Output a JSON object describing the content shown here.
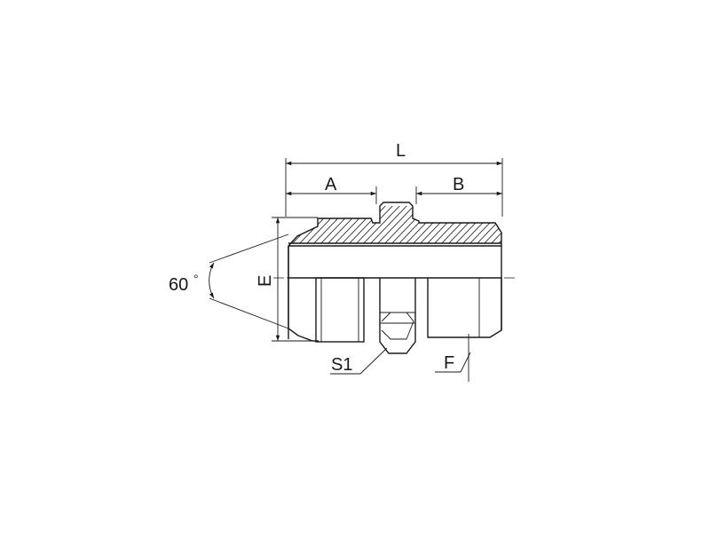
{
  "labels": {
    "L": "L",
    "A": "A",
    "B": "B",
    "E": "E",
    "angle": "60",
    "degree": "°",
    "S1": "S1",
    "F": "F"
  }
}
